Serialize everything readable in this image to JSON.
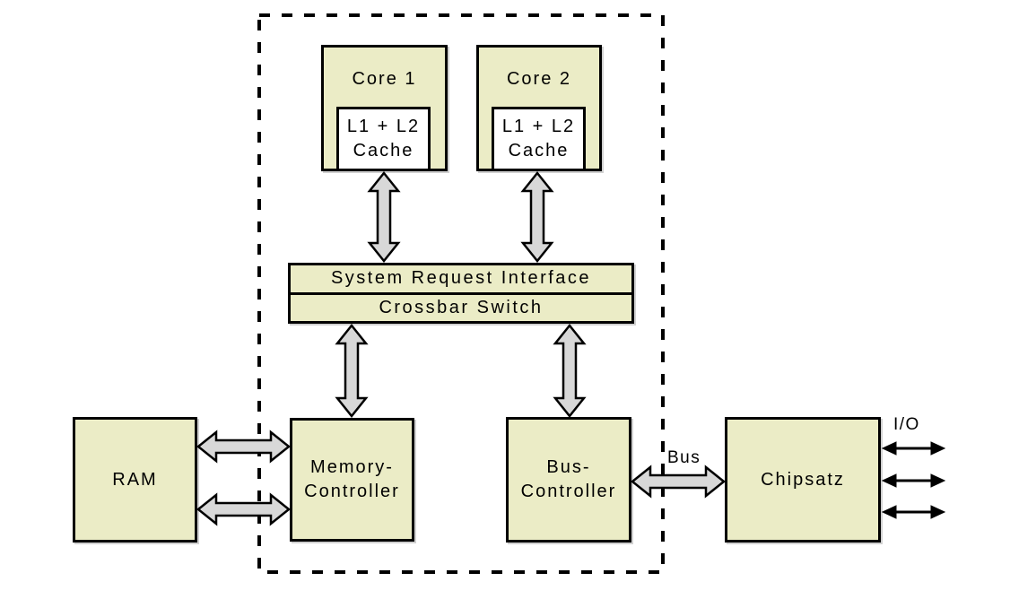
{
  "colors": {
    "box_fill": "#ebecc6",
    "cache_fill": "#ffffff",
    "arrow_fill": "#d8d8d8",
    "line": "#000000"
  },
  "nodes": {
    "core1": {
      "label": "Core 1"
    },
    "cache1": {
      "lines": [
        "L1 + L2",
        "Cache"
      ]
    },
    "core2": {
      "label": "Core 2"
    },
    "cache2": {
      "lines": [
        "L1 + L2",
        "Cache"
      ]
    },
    "system_request_interface": {
      "label": "System Request Interface"
    },
    "crossbar_switch": {
      "label": "Crossbar Switch"
    },
    "ram": {
      "label": "RAM"
    },
    "memory_controller": {
      "lines": [
        "Memory-",
        "Controller"
      ]
    },
    "bus_controller": {
      "lines": [
        "Bus-",
        "Controller"
      ]
    },
    "chipsatz": {
      "label": "Chipsatz"
    }
  },
  "labels": {
    "bus": "Bus",
    "io": "I/O"
  },
  "edges": [
    {
      "from": "cache1",
      "to": "system_request_interface",
      "type": "bidirectional-block-arrow"
    },
    {
      "from": "cache2",
      "to": "system_request_interface",
      "type": "bidirectional-block-arrow"
    },
    {
      "from": "crossbar_switch",
      "to": "memory_controller",
      "type": "bidirectional-block-arrow"
    },
    {
      "from": "crossbar_switch",
      "to": "bus_controller",
      "type": "bidirectional-block-arrow"
    },
    {
      "from": "ram",
      "to": "memory_controller",
      "type": "bidirectional-block-arrow"
    },
    {
      "from": "ram",
      "to": "memory_controller",
      "type": "bidirectional-block-arrow"
    },
    {
      "from": "bus_controller",
      "to": "chipsatz",
      "type": "bidirectional-block-arrow",
      "label": "Bus"
    },
    {
      "from": "chipsatz",
      "to": "external-io",
      "type": "bidirectional-thin-arrow"
    },
    {
      "from": "chipsatz",
      "to": "external-io",
      "type": "bidirectional-thin-arrow"
    },
    {
      "from": "chipsatz",
      "to": "external-io",
      "type": "bidirectional-thin-arrow"
    }
  ]
}
